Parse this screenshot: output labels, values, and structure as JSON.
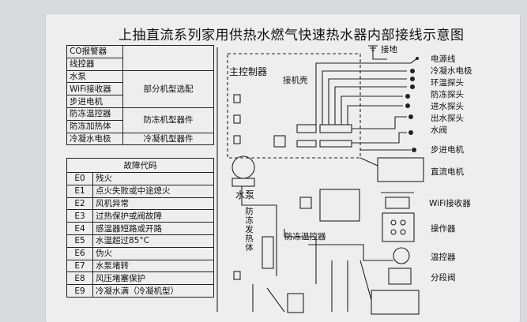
{
  "title": "上抽直流系列家用供热水燃气快速热水器内部接线示意图",
  "parts_table": {
    "rows": [
      {
        "name": "CO报警器",
        "type": ""
      },
      {
        "name": "线控器",
        "type": ""
      },
      {
        "name": "水泵",
        "type": "部分机型选配"
      },
      {
        "name": "WiFi接收器",
        "type": ""
      },
      {
        "name": "步进电机",
        "type": ""
      },
      {
        "name": "防冻温控器",
        "type": "防冻机型器件"
      },
      {
        "name": "防冻加热体",
        "type": ""
      },
      {
        "name": "冷凝水电极",
        "type": "冷凝机型器件"
      }
    ]
  },
  "fault_table": {
    "header": "故障代码",
    "rows": [
      {
        "code": "E0",
        "desc": "残火"
      },
      {
        "code": "E1",
        "desc": "点火失败或中途熄火"
      },
      {
        "code": "E2",
        "desc": "风机异常"
      },
      {
        "code": "E3",
        "desc": "过热保护或阀故障"
      },
      {
        "code": "E4",
        "desc": "感温器短路或开路"
      },
      {
        "code": "E5",
        "desc": "水温超过85°C"
      },
      {
        "code": "E6",
        "desc": "伪火"
      },
      {
        "code": "E7",
        "desc": "水泵堵转"
      },
      {
        "code": "E8",
        "desc": "风压堵塞保护"
      },
      {
        "code": "E9",
        "desc": "冷凝水满（冷凝机型）"
      }
    ]
  },
  "diagram": {
    "main_controller": "主控制器",
    "shell_ground": "接机壳",
    "ground": "接地",
    "pump": "水泵",
    "antifreeze_heater": "防冻发热体",
    "antifreeze_thermostat": "防冻温控器",
    "right_labels": [
      "电源线",
      "冷凝水电极",
      "环温探头",
      "防冻探头",
      "进水探头",
      "出水探头",
      "水阀",
      "步进电机",
      "直流电机",
      "WiFi接收器",
      "操作器",
      "温控器",
      "分段阀"
    ]
  }
}
